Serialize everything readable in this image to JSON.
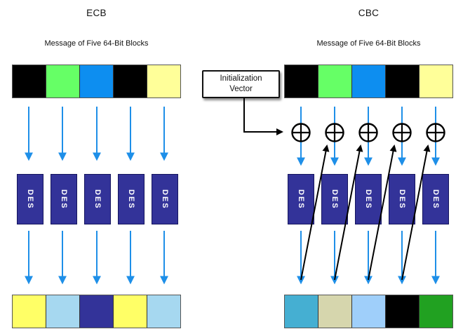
{
  "colors": {
    "arrow_blue": "#1E8FE8",
    "arrow_black": "#000000",
    "des_box": "#333399",
    "des_text": "#FFFFFF"
  },
  "diagrams": {
    "ecb": {
      "title": "ECB",
      "subtitle": "Message of Five 64-Bit Blocks",
      "des_label": "DES",
      "message_blocks": [
        "#000000",
        "#66FF66",
        "#0D8EF0",
        "#000000",
        "#FFFF99"
      ],
      "output_blocks": [
        "#FFFF66",
        "#A6D8F0",
        "#333399",
        "#FFFF66",
        "#A6D8F0"
      ]
    },
    "cbc": {
      "title": "CBC",
      "subtitle": "Message of Five 64-Bit Blocks",
      "des_label": "DES",
      "iv_label_line1": "Initialization",
      "iv_label_line2": "Vector",
      "message_blocks": [
        "#000000",
        "#66FF66",
        "#0D8EF0",
        "#000000",
        "#FFFF99"
      ],
      "output_blocks": [
        "#45AFD2",
        "#D6D6AD",
        "#9FCFFA",
        "#000000",
        "#21A121"
      ]
    }
  }
}
